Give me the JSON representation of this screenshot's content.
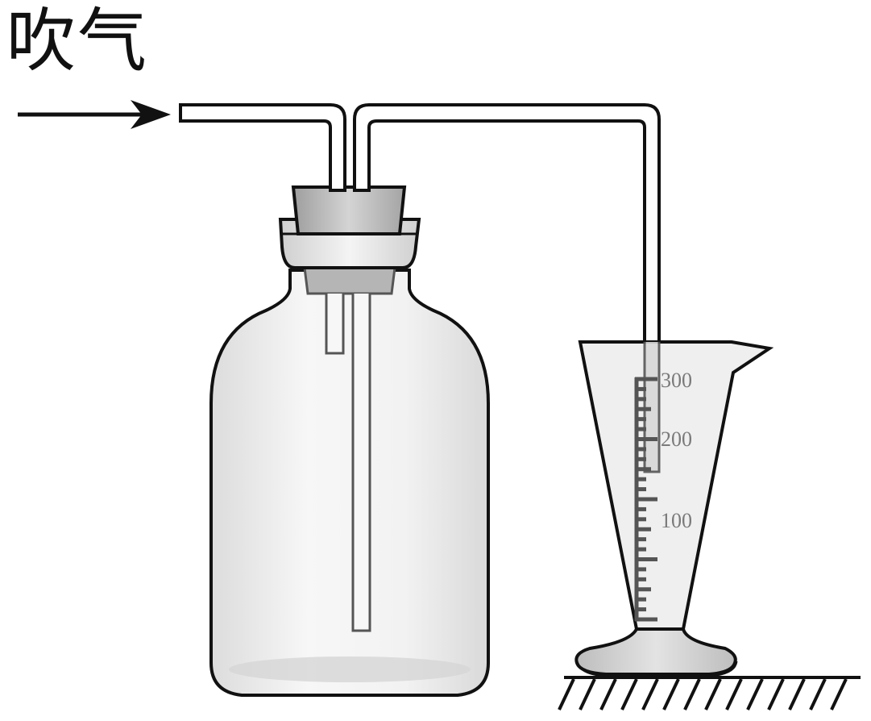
{
  "blow_label": "吹气",
  "cylinder_scale": {
    "labels": [
      "300",
      "200",
      "100"
    ]
  },
  "colors": {
    "outline": "#111111",
    "glass_fill": "#ececec",
    "stopper": "#c9c9c9",
    "scale_marks": "#555555",
    "tube_fill": "#ffffff"
  }
}
